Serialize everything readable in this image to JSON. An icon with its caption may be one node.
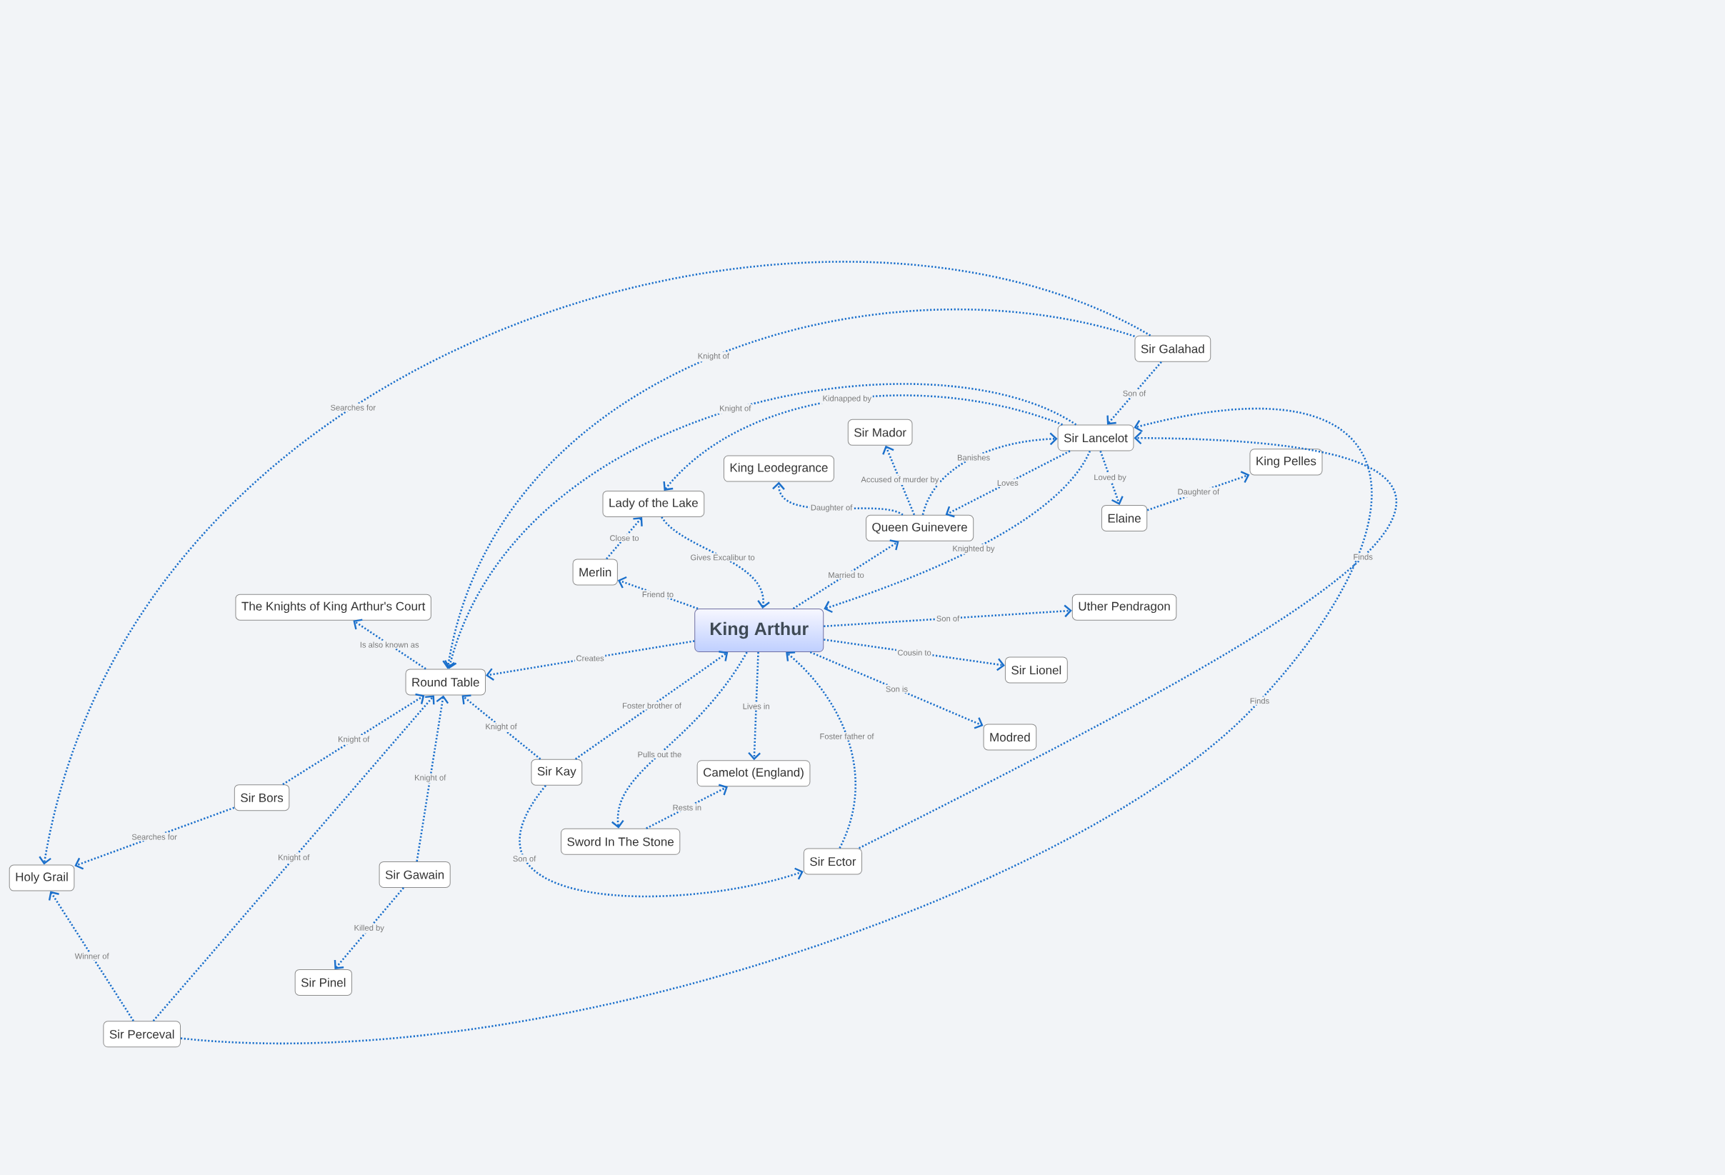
{
  "diagram": {
    "nodes": [
      {
        "text": [
          "King Arthur"
        ]
      },
      {
        "text": [
          "Sir Galahad"
        ]
      },
      {
        "text": [
          "Sir Lancelot"
        ]
      },
      {
        "text": [
          "Sir Mador"
        ]
      },
      {
        "text": [
          "King Leodegrance"
        ]
      },
      {
        "text": [
          "King Pelles"
        ]
      },
      {
        "text": [
          "Lady of the Lake"
        ]
      },
      {
        "text": [
          "Queen Guinevere"
        ]
      },
      {
        "text": [
          "Elaine"
        ]
      },
      {
        "text": [
          "Merlin"
        ]
      },
      {
        "text": [
          "The Knights of King Arthur's Court"
        ]
      },
      {
        "text": [
          "Uther Pendragon"
        ]
      },
      {
        "text": [
          "Round Table"
        ]
      },
      {
        "text": [
          "Sir Lionel"
        ]
      },
      {
        "text": [
          "Modred"
        ]
      },
      {
        "text": [
          "Sir Kay"
        ]
      },
      {
        "text": [
          "Camelot (England)"
        ]
      },
      {
        "text": [
          "Sir Bors"
        ]
      },
      {
        "text": [
          "Sword In The Stone"
        ]
      },
      {
        "text": [
          "Sir Ector"
        ]
      },
      {
        "text": [
          "Holy Grail"
        ]
      },
      {
        "text": [
          "Sir Gawain"
        ]
      },
      {
        "text": [
          "Sir Pinel"
        ]
      },
      {
        "text": [
          "Sir Perceval"
        ]
      }
    ],
    "edges": [
      {
        "from": 1,
        "to": 20,
        "arrow": "to",
        "label": "Searches for"
      },
      {
        "from": 1,
        "to": 12,
        "arrow": "to",
        "label": "Knight of"
      },
      {
        "from": 1,
        "to": 2,
        "arrow": "to",
        "label": "Son of"
      },
      {
        "from": 2,
        "to": 12,
        "arrow": "to",
        "label": "Knight of"
      },
      {
        "from": 2,
        "to": 6,
        "arrow": "to",
        "label": "Kidnapped by"
      },
      {
        "from": 7,
        "to": 3,
        "arrow": "to",
        "label": "Accused of murder by"
      },
      {
        "from": 7,
        "to": 2,
        "arrow": "to",
        "label": "Banishes"
      },
      {
        "from": 2,
        "to": 7,
        "arrow": "to",
        "label": "Loves"
      },
      {
        "from": 7,
        "to": 4,
        "arrow": "to",
        "label": "Daughter of"
      },
      {
        "from": 2,
        "to": 8,
        "arrow": "to",
        "label": "Loved by"
      },
      {
        "from": 8,
        "to": 5,
        "arrow": "to",
        "label": "Daughter of"
      },
      {
        "from": 2,
        "to": 0,
        "arrow": "to",
        "label": "Knighted by"
      },
      {
        "from": 0,
        "to": 7,
        "arrow": "to",
        "label": "Married to"
      },
      {
        "from": 6,
        "to": 0,
        "arrow": "to",
        "label": "Gives Excalibur to"
      },
      {
        "from": 9,
        "to": 6,
        "arrow": "to",
        "label": "Close to"
      },
      {
        "from": 0,
        "to": 9,
        "arrow": "to",
        "label": "Friend to"
      },
      {
        "from": 12,
        "to": 10,
        "arrow": "to",
        "label": "Is also known as"
      },
      {
        "from": 0,
        "to": 11,
        "arrow": "to",
        "label": "Son of"
      },
      {
        "from": 0,
        "to": 12,
        "arrow": "to",
        "label": "Creates"
      },
      {
        "from": 0,
        "to": 13,
        "arrow": "to",
        "label": "Cousin to"
      },
      {
        "from": 0,
        "to": 14,
        "arrow": "to",
        "label": "Son is"
      },
      {
        "from": 15,
        "to": 0,
        "arrow": "to",
        "label": "Foster brother of"
      },
      {
        "from": 15,
        "to": 12,
        "arrow": "to",
        "label": "Knight of"
      },
      {
        "from": 0,
        "to": 18,
        "arrow": "to",
        "label": "Pulls out the"
      },
      {
        "from": 0,
        "to": 16,
        "arrow": "to",
        "label": "Lives in"
      },
      {
        "from": 18,
        "to": 16,
        "arrow": "to",
        "label": "Rests in"
      },
      {
        "from": 19,
        "to": 0,
        "arrow": "to",
        "label": "Foster father of"
      },
      {
        "from": 15,
        "to": 19,
        "arrow": "to",
        "label": "Son of"
      },
      {
        "from": 19,
        "to": 2,
        "arrow": "to",
        "label": "Finds"
      },
      {
        "from": 23,
        "to": 2,
        "arrow": "to",
        "label": "Finds"
      },
      {
        "from": 17,
        "to": 12,
        "arrow": "to",
        "label": "Knight of"
      },
      {
        "from": 17,
        "to": 20,
        "arrow": "to",
        "label": "Searches for"
      },
      {
        "from": 21,
        "to": 12,
        "arrow": "to",
        "label": "Knight of"
      },
      {
        "from": 21,
        "to": 22,
        "arrow": "to",
        "label": "Killed by"
      },
      {
        "from": 23,
        "to": 20,
        "arrow": "to",
        "label": "Winner of"
      },
      {
        "from": 23,
        "to": 12,
        "arrow": "to",
        "label": "Knight of"
      }
    ]
  }
}
